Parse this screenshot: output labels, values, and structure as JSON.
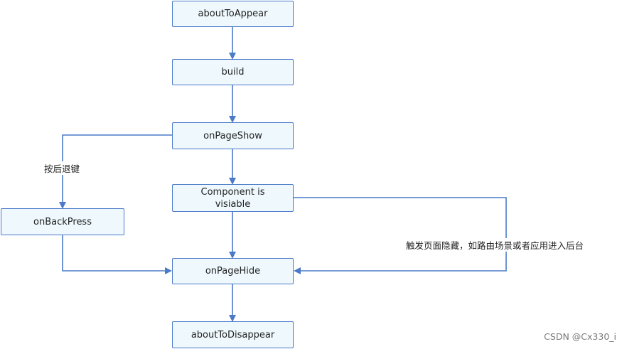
{
  "nodes": {
    "about_to_appear": "aboutToAppear",
    "build": "build",
    "on_page_show": "onPageShow",
    "component_visible": "Component is\nvisiable",
    "on_back_press": "onBackPress",
    "on_page_hide": "onPageHide",
    "about_to_disappear": "aboutToDisappear"
  },
  "edge_labels": {
    "back_key": "按后退键",
    "page_hidden": "触发页面隐藏，如路由场景或者应用进入后台"
  },
  "watermark": "CSDN @Cx330_i",
  "colors": {
    "node_fill": "#eef8fd",
    "node_border": "#4a7ac8",
    "arrow": "#4a7ac8",
    "text": "#222222",
    "watermark": "#7a7a7a"
  }
}
